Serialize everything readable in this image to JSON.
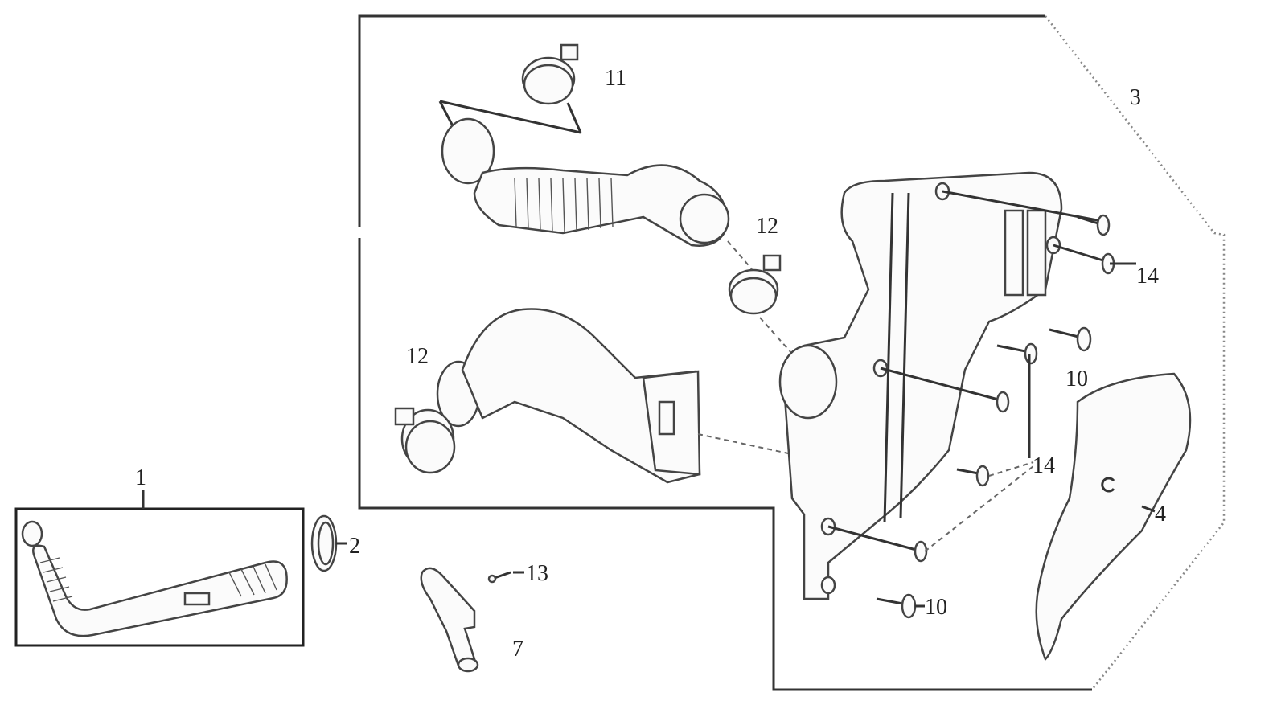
{
  "labels": {
    "p1": "1",
    "p2": "2",
    "p3": "3",
    "p4": "4",
    "p7": "7",
    "p10a": "10",
    "p10b": "10",
    "p11": "11",
    "p12a": "12",
    "p12b": "12",
    "p13": "13",
    "p14a": "14",
    "p14b": "14"
  }
}
